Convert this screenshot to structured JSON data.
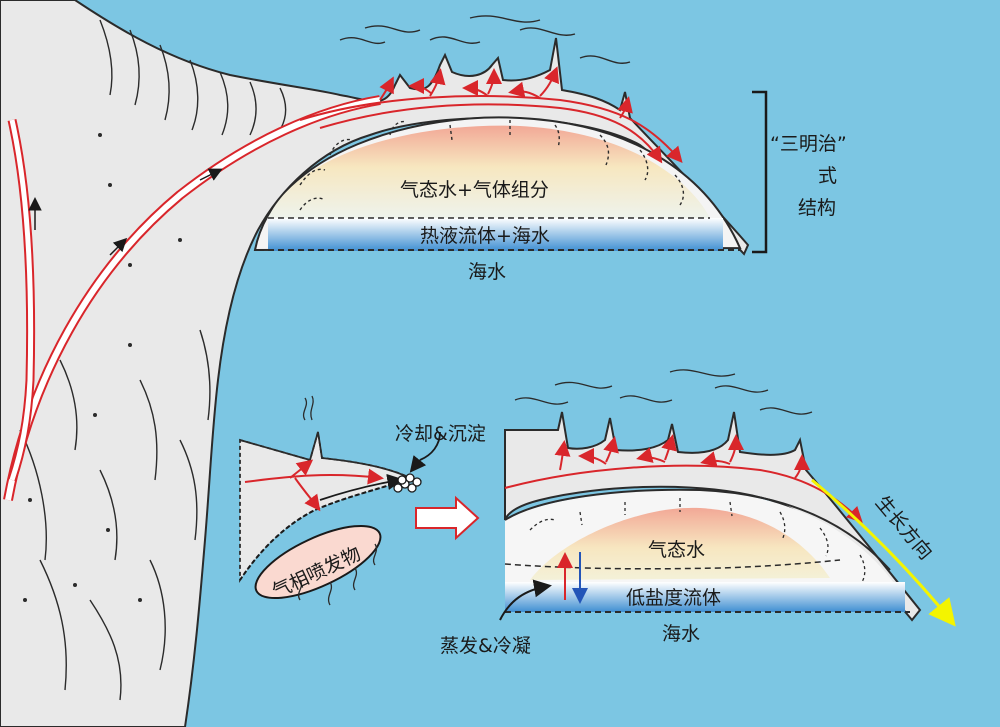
{
  "colors": {
    "sea": "#7cc6e3",
    "rock": "#e9e9e9",
    "outline": "#2b2b2b",
    "fluid_path": "#d9262b",
    "gas_top": "#f2b3a2",
    "gas_mid": "#f6eec2",
    "liquid": "#3f8fd2",
    "growth_arrow": "#f4f400",
    "down_arrow": "#2355b8"
  },
  "top_panel": {
    "gas_label": "气态水+气体组分",
    "fluid_label": "热液流体+海水",
    "sea_label": "海水",
    "bracket_label_line1": "“三明治”",
    "bracket_label_line2": "式",
    "bracket_label_line3": "结构"
  },
  "inset": {
    "eruption_label": "气相喷发物",
    "cooling_label": "冷却&沉淀"
  },
  "bottom_panel": {
    "gas_label": "气态水",
    "fluid_label": "低盐度流体",
    "sea_label": "海水",
    "evap_label": "蒸发&冷凝",
    "growth_label": "生长方向"
  }
}
